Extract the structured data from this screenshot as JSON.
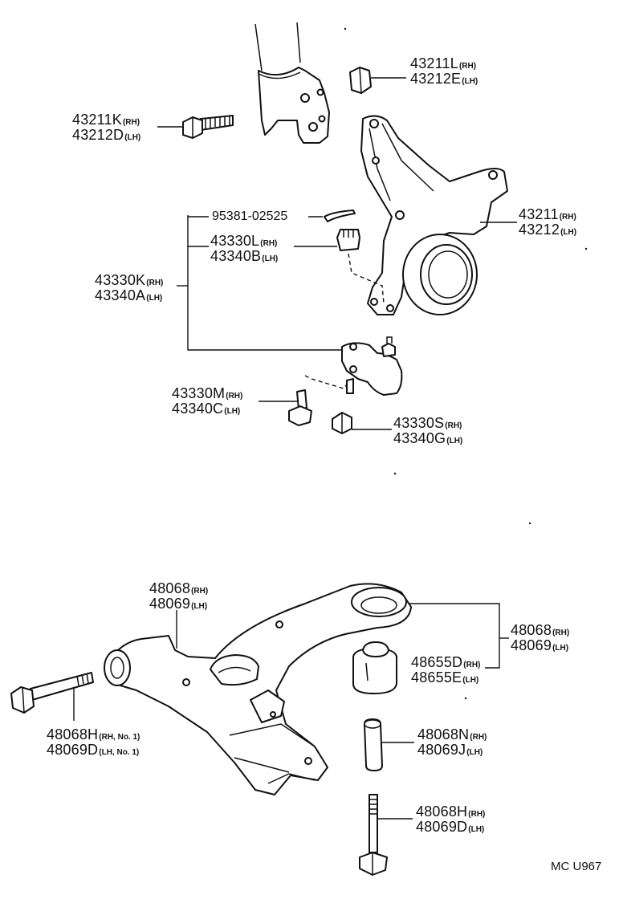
{
  "parts": {
    "strut_bolt": {
      "num": [
        "43211K",
        "43212D"
      ],
      "sfx": [
        "(RH)",
        "(LH)"
      ]
    },
    "strut_nut": {
      "num": [
        "43211L",
        "43212E"
      ],
      "sfx": [
        "(RH)",
        "(LH)"
      ]
    },
    "knuckle": {
      "num": [
        "43211",
        "43212"
      ],
      "sfx": [
        "(RH)",
        "(LH)"
      ]
    },
    "cotter_pin": {
      "num": "95381-02525"
    },
    "castle_nut": {
      "num": [
        "43330L",
        "43340B"
      ],
      "sfx": [
        "(RH)",
        "(LH)"
      ]
    },
    "ball_joint": {
      "num": [
        "43330K",
        "43340A"
      ],
      "sfx": [
        "(RH)",
        "(LH)"
      ]
    },
    "ball_joint_bolt": {
      "num": [
        "43330M",
        "43340C"
      ],
      "sfx": [
        "(RH)",
        "(LH)"
      ]
    },
    "ball_joint_nut": {
      "num": [
        "43330S",
        "43340G"
      ],
      "sfx": [
        "(RH)",
        "(LH)"
      ]
    },
    "lower_arm": {
      "num": [
        "48068",
        "48069"
      ],
      "sfx": [
        "(RH)",
        "(LH)"
      ]
    },
    "arm_bolt_front": {
      "num": [
        "48068H",
        "48069D"
      ],
      "sfx": [
        "(RH, No. 1)",
        "(LH, No. 1)"
      ]
    },
    "arm_subassy": {
      "num": [
        "48068",
        "48069"
      ],
      "sfx": [
        "(RH)",
        "(LH)"
      ]
    },
    "arm_bushing": {
      "num": [
        "48655D",
        "48655E"
      ],
      "sfx": [
        "(RH)",
        "(LH)"
      ]
    },
    "arm_collar": {
      "num": [
        "48068N",
        "48069J"
      ],
      "sfx": [
        "(RH)",
        "(LH)"
      ]
    },
    "arm_bolt_rear": {
      "num": [
        "48068H",
        "48069D"
      ],
      "sfx": [
        "(RH)",
        "(LH)"
      ]
    }
  },
  "diagram_code": "MC U967",
  "line_color": "#111111"
}
